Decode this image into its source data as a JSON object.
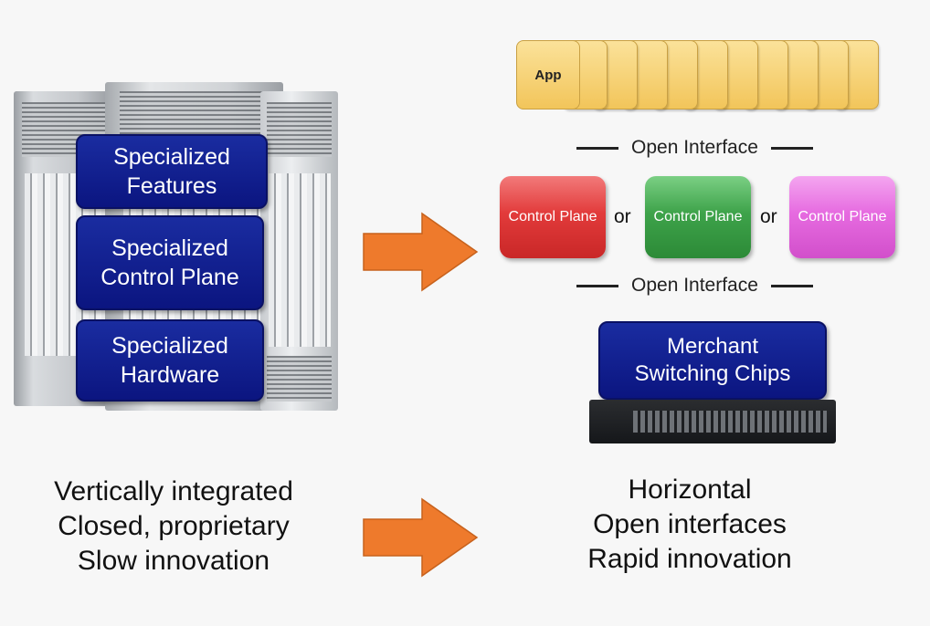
{
  "left": {
    "boxes": [
      "Specialized Features",
      "Specialized Control Plane",
      "Specialized Hardware"
    ],
    "caption": [
      "Vertically integrated",
      "Closed, proprietary",
      "Slow innovation"
    ]
  },
  "right": {
    "app_label": "App",
    "interface_label": "Open Interface",
    "control_planes": [
      {
        "label": "Control Plane",
        "color": "#e23b3b"
      },
      {
        "label": "Control Plane",
        "color": "#3ea34a"
      },
      {
        "label": "Control Plane",
        "color": "#e66be0"
      }
    ],
    "or_label": "or",
    "chips_label": "Merchant Switching Chips",
    "caption": [
      "Horizontal",
      "Open interfaces",
      "Rapid innovation"
    ]
  },
  "colors": {
    "box_blue": "#12209a",
    "arrow_orange": "#ee7a2c",
    "app_yellow": "#f5cf6b"
  }
}
